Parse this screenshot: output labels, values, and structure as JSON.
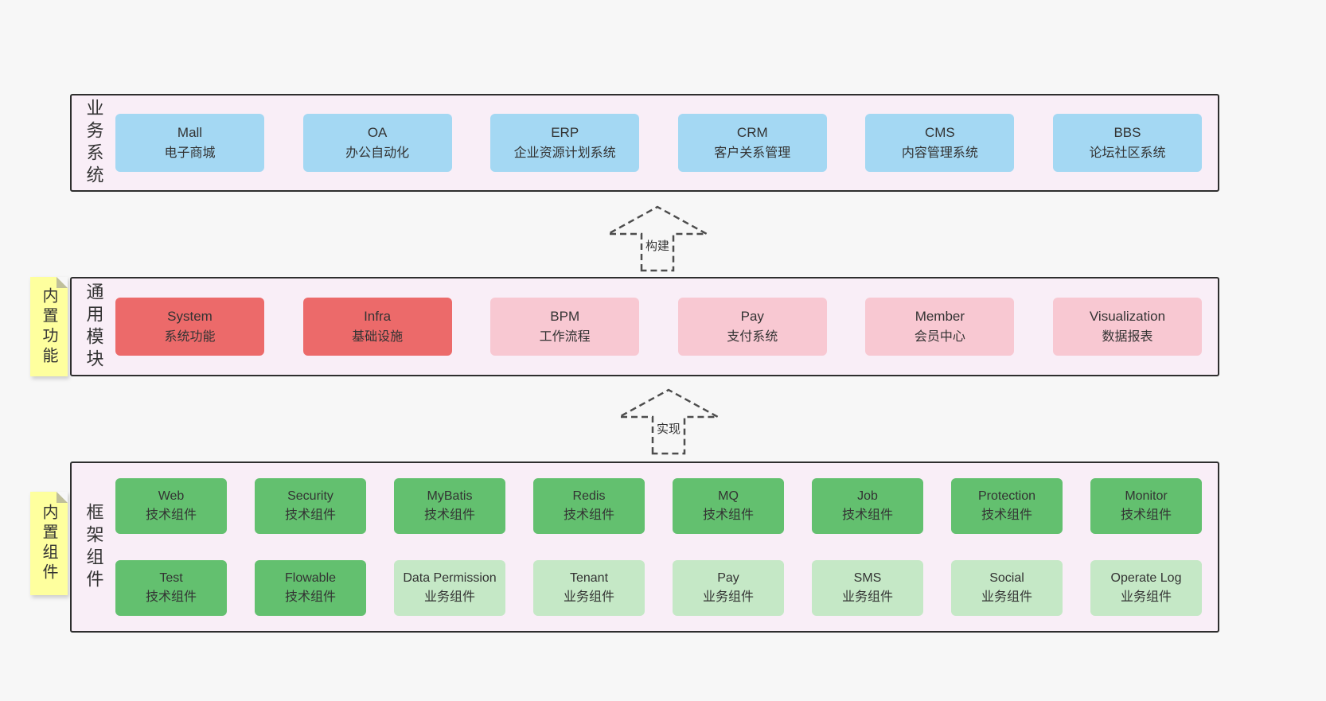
{
  "layers": {
    "business": {
      "title": "业务系统",
      "boxes": [
        {
          "name": "Mall",
          "desc": "电子商城"
        },
        {
          "name": "OA",
          "desc": "办公自动化"
        },
        {
          "name": "ERP",
          "desc": "企业资源计划系统"
        },
        {
          "name": "CRM",
          "desc": "客户关系管理"
        },
        {
          "name": "CMS",
          "desc": "内容管理系统"
        },
        {
          "name": "BBS",
          "desc": "论坛社区系统"
        }
      ]
    },
    "modules": {
      "title": "通用模块",
      "sticky": "内置功能",
      "boxes": [
        {
          "name": "System",
          "desc": "系统功能"
        },
        {
          "name": "Infra",
          "desc": "基础设施"
        },
        {
          "name": "BPM",
          "desc": "工作流程"
        },
        {
          "name": "Pay",
          "desc": "支付系统"
        },
        {
          "name": "Member",
          "desc": "会员中心"
        },
        {
          "name": "Visualization",
          "desc": "数据报表"
        }
      ]
    },
    "components": {
      "title": "框架组件",
      "sticky": "内置组件",
      "row1": [
        {
          "name": "Web",
          "desc": "技术组件"
        },
        {
          "name": "Security",
          "desc": "技术组件"
        },
        {
          "name": "MyBatis",
          "desc": "技术组件"
        },
        {
          "name": "Redis",
          "desc": "技术组件"
        },
        {
          "name": "MQ",
          "desc": "技术组件"
        },
        {
          "name": "Job",
          "desc": "技术组件"
        },
        {
          "name": "Protection",
          "desc": "技术组件"
        },
        {
          "name": "Monitor",
          "desc": "技术组件"
        }
      ],
      "row2": [
        {
          "name": "Test",
          "desc": "技术组件"
        },
        {
          "name": "Flowable",
          "desc": "技术组件"
        },
        {
          "name": "Data Permission",
          "desc": "业务组件"
        },
        {
          "name": "Tenant",
          "desc": "业务组件"
        },
        {
          "name": "Pay",
          "desc": "业务组件"
        },
        {
          "name": "SMS",
          "desc": "业务组件"
        },
        {
          "name": "Social",
          "desc": "业务组件"
        },
        {
          "name": "Operate Log",
          "desc": "业务组件"
        }
      ]
    }
  },
  "arrows": {
    "build": "构建",
    "implement": "实现"
  },
  "colors": {
    "blue": "#a4d8f3",
    "red": "#ec6a6a",
    "pink": "#f8c8d2",
    "green_dark": "#63c06f",
    "green_light": "#c5e8c6",
    "panel": "#f9eef7",
    "sticky": "#feff9e",
    "background": "#f7f7f7"
  }
}
